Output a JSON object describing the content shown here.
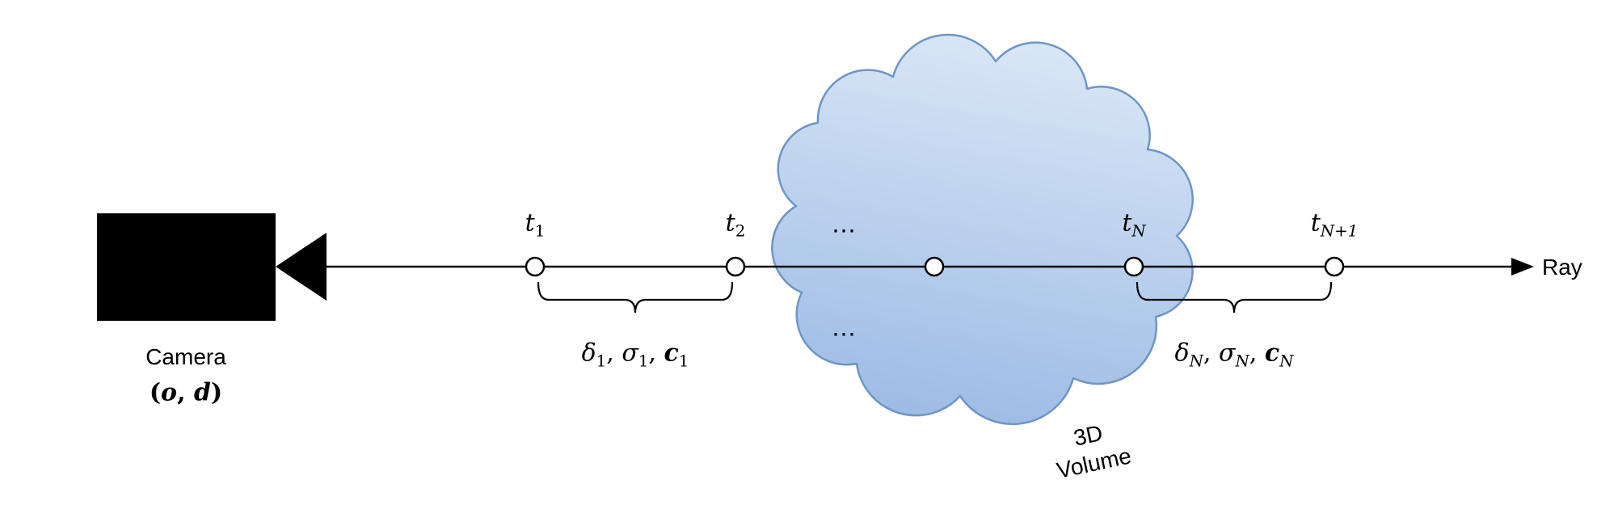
{
  "figure": {
    "camera": {
      "label": "Camera",
      "params": {
        "open": "(",
        "o": "o",
        "comma": ", ",
        "d": "d",
        "close": ")"
      }
    },
    "ray": {
      "label": "Ray"
    },
    "points": {
      "t1": {
        "base": "t",
        "sub": "1"
      },
      "t2": {
        "base": "t",
        "sub": "2"
      },
      "tN": {
        "base": "t",
        "sub": "N"
      },
      "tN1": {
        "base": "t",
        "sub": "N+1"
      }
    },
    "ellipsis": {
      "top": "⋯",
      "bottom": "⋯"
    },
    "intervals": {
      "first": {
        "delta": "δ",
        "delta_sub": "1",
        "sep1": ", ",
        "sigma": "σ",
        "sigma_sub": "1",
        "sep2": ", ",
        "c": "c",
        "c_sub": "1"
      },
      "last": {
        "delta": "δ",
        "delta_sub": "N",
        "sep1": ", ",
        "sigma": "σ",
        "sigma_sub": "N",
        "sep2": ", ",
        "c": "c",
        "c_sub": "N"
      }
    },
    "volume": {
      "line1": "3D",
      "line2": "Volume"
    },
    "colors": {
      "ink": "#000000",
      "cloud_stroke": "#6e95c5",
      "cloud_fill_top": "#d8e5f6",
      "cloud_fill_bottom": "#9ebce5"
    }
  }
}
